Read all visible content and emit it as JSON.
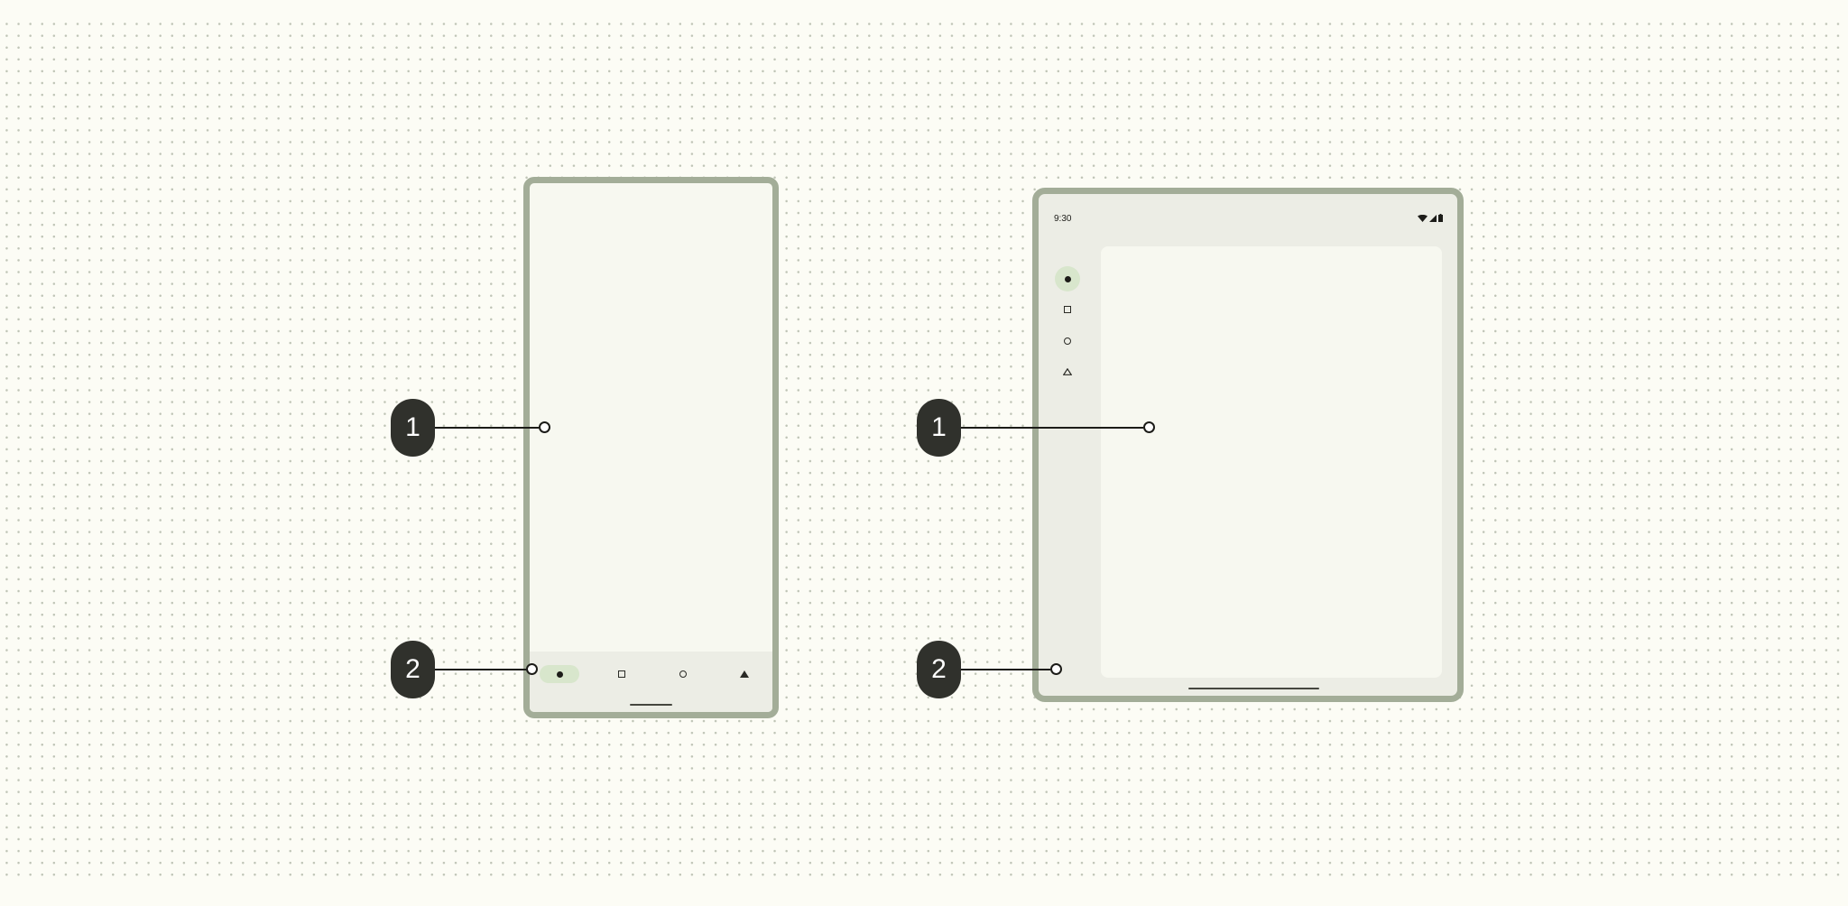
{
  "phone": {
    "nav_items": [
      {
        "icon": "filled-circle-icon",
        "active": true
      },
      {
        "icon": "square-icon",
        "active": false
      },
      {
        "icon": "circle-icon",
        "active": false
      },
      {
        "icon": "filled-triangle-icon",
        "active": false
      }
    ]
  },
  "tablet": {
    "status_time": "9:30",
    "status_icons": [
      "wifi-icon",
      "cell-signal-icon",
      "battery-icon"
    ],
    "rail_items": [
      {
        "icon": "filled-circle-icon",
        "active": true
      },
      {
        "icon": "square-icon",
        "active": false
      },
      {
        "icon": "circle-icon",
        "active": false
      },
      {
        "icon": "triangle-outline-icon",
        "active": false
      }
    ]
  },
  "callouts": {
    "phone_1": "1",
    "phone_2": "2",
    "tablet_1": "1",
    "tablet_2": "2"
  },
  "colors": {
    "background": "#fcfcf5",
    "device_frame": "#a3ad98",
    "surface": "#f7f8f0",
    "container": "#ecede5",
    "active_indicator": "#d8e6cc",
    "badge": "#30312c"
  }
}
